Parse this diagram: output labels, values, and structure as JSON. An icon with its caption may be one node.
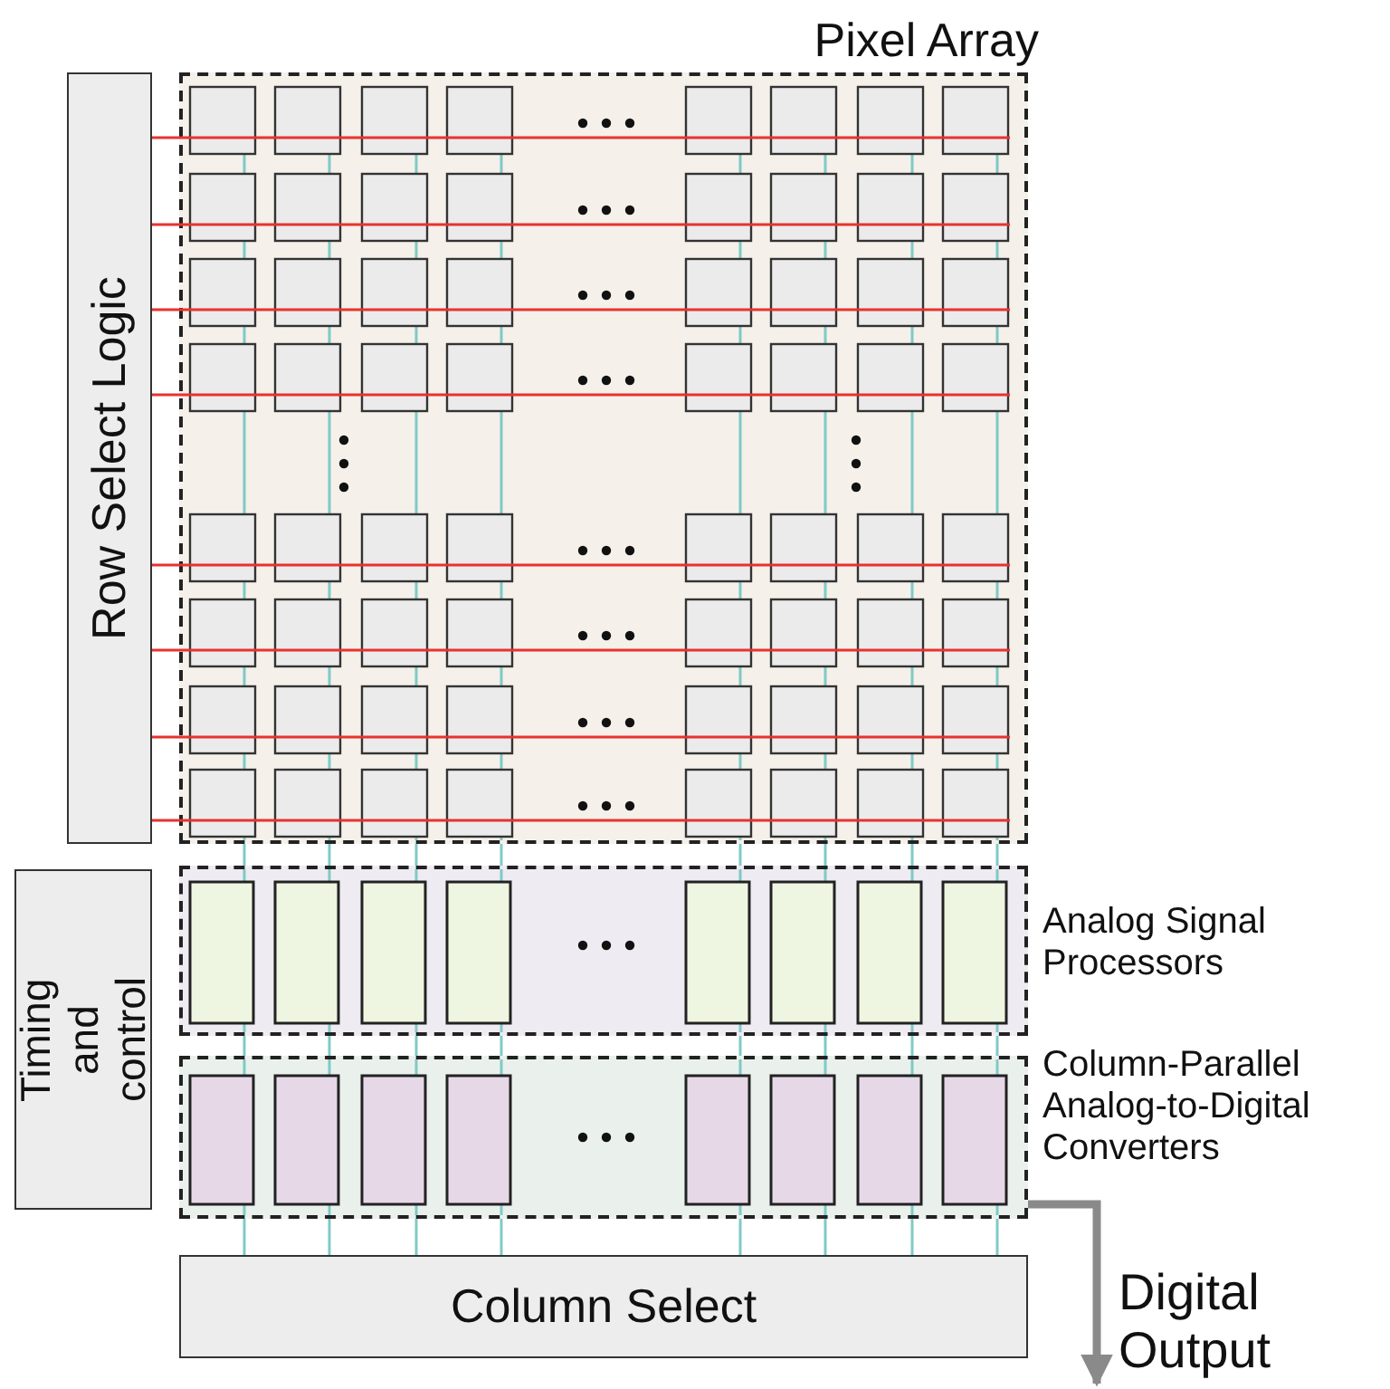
{
  "diagram": {
    "nodes": [
      {
        "text": [
          "Pixel Array"
        ]
      },
      {
        "text": [
          "Row Select Logic"
        ]
      },
      {
        "text": [
          "Timing and control"
        ]
      },
      {
        "text": [
          "Analog Signal Processors"
        ]
      },
      {
        "text": [
          "Column-Parallel Analog-to-Digital Converters"
        ]
      },
      {
        "text": [
          "Column Select"
        ]
      },
      {
        "text": [
          "Digital Output"
        ]
      }
    ],
    "edges": [
      {
        "from": 4,
        "to": 6,
        "arrow": "to",
        "color": "#8a8a8a",
        "style": "thick"
      },
      {
        "from": 1,
        "to": 0,
        "arrow": "none",
        "color": "#e8332f"
      },
      {
        "from": 1,
        "to": 0,
        "arrow": "none",
        "color": "#e8332f"
      },
      {
        "from": 1,
        "to": 0,
        "arrow": "none",
        "color": "#e8332f"
      },
      {
        "from": 1,
        "to": 0,
        "arrow": "none",
        "color": "#e8332f"
      },
      {
        "from": 1,
        "to": 0,
        "arrow": "none",
        "color": "#e8332f"
      },
      {
        "from": 1,
        "to": 0,
        "arrow": "none",
        "color": "#e8332f"
      },
      {
        "from": 1,
        "to": 0,
        "arrow": "none",
        "color": "#e8332f"
      },
      {
        "from": 1,
        "to": 0,
        "arrow": "none",
        "color": "#e8332f"
      },
      {
        "from": 0,
        "to": 3,
        "arrow": "none"
      },
      {
        "from": 0,
        "to": 3,
        "arrow": "none"
      },
      {
        "from": 0,
        "to": 3,
        "arrow": "none"
      },
      {
        "from": 0,
        "to": 3,
        "arrow": "none"
      },
      {
        "from": 0,
        "to": 3,
        "arrow": "none"
      },
      {
        "from": 0,
        "to": 3,
        "arrow": "none"
      },
      {
        "from": 0,
        "to": 3,
        "arrow": "none"
      },
      {
        "from": 0,
        "to": 3,
        "arrow": "none"
      },
      {
        "from": 3,
        "to": 4,
        "arrow": "none"
      },
      {
        "from": 3,
        "to": 4,
        "arrow": "none"
      },
      {
        "from": 3,
        "to": 4,
        "arrow": "none"
      },
      {
        "from": 3,
        "to": 4,
        "arrow": "none"
      },
      {
        "from": 3,
        "to": 4,
        "arrow": "none"
      },
      {
        "from": 3,
        "to": 4,
        "arrow": "none"
      },
      {
        "from": 3,
        "to": 4,
        "arrow": "none"
      },
      {
        "from": 3,
        "to": 4,
        "arrow": "none"
      },
      {
        "from": 4,
        "to": 5,
        "arrow": "none"
      },
      {
        "from": 4,
        "to": 5,
        "arrow": "none"
      },
      {
        "from": 4,
        "to": 5,
        "arrow": "none"
      },
      {
        "from": 4,
        "to": 5,
        "arrow": "none"
      },
      {
        "from": 4,
        "to": 5,
        "arrow": "none"
      },
      {
        "from": 4,
        "to": 5,
        "arrow": "none"
      },
      {
        "from": 4,
        "to": 5,
        "arrow": "none"
      },
      {
        "from": 4,
        "to": 5,
        "arrow": "none"
      }
    ]
  }
}
